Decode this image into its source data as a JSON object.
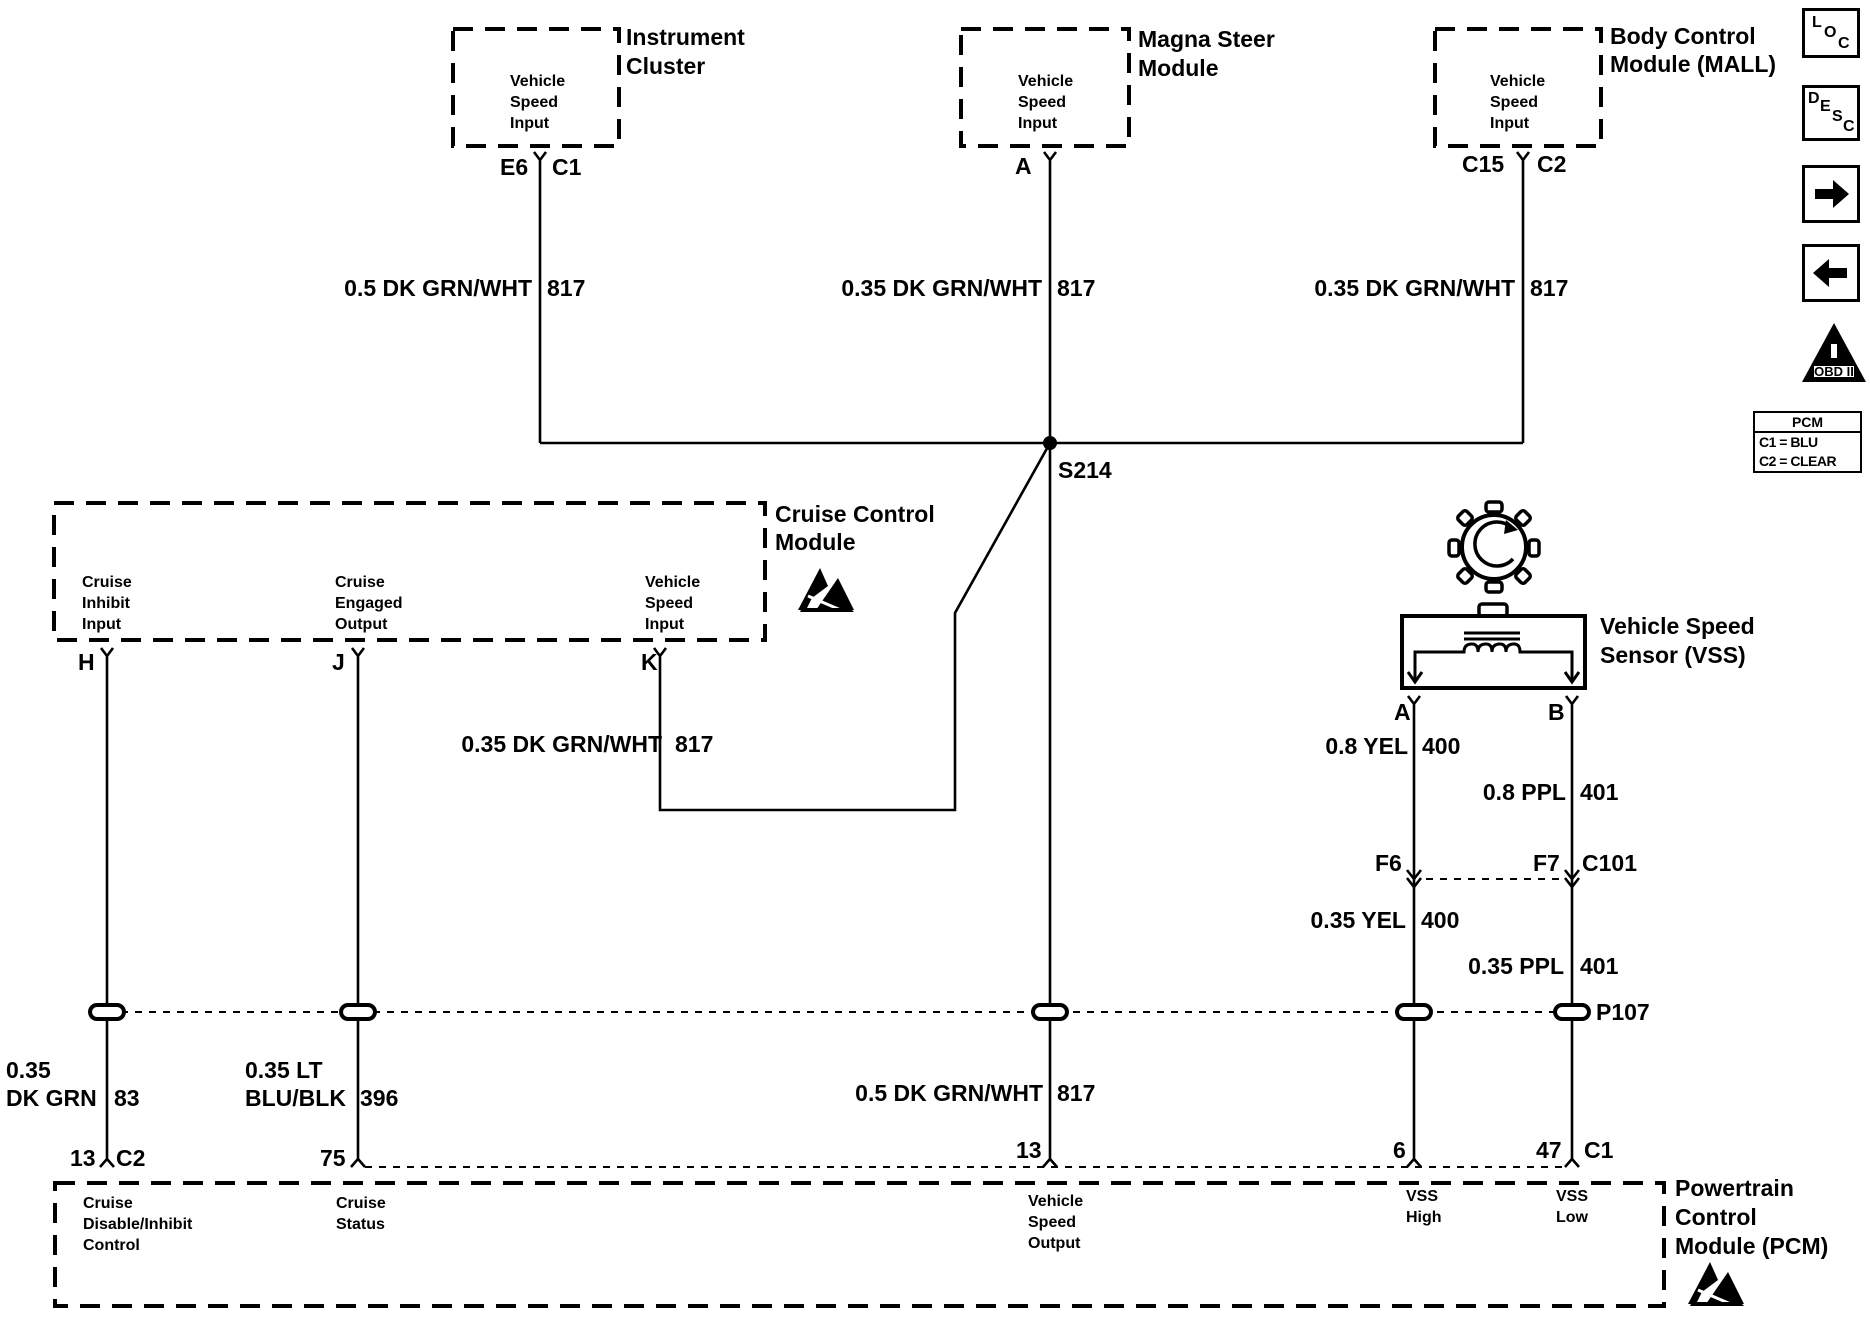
{
  "components": {
    "instrument_cluster": {
      "name_line1": "Instrument",
      "name_line2": "Cluster",
      "pin_lines": [
        "Vehicle",
        "Speed",
        "Input"
      ],
      "terminal": "E6",
      "connector": "C1"
    },
    "magna_steer": {
      "name_line1": "Magna Steer",
      "name_line2": "Module",
      "pin_lines": [
        "Vehicle",
        "Speed",
        "Input"
      ],
      "terminal": "A"
    },
    "body_control": {
      "name_line1": "Body Control",
      "name_line2": "Module (MALL)",
      "pin_lines": [
        "Vehicle",
        "Speed",
        "Input"
      ],
      "terminal": "C15",
      "connector": "C2"
    },
    "cruise_control": {
      "name_line1": "Cruise Control",
      "name_line2": "Module",
      "pins": [
        {
          "terminal": "H",
          "lines": [
            "Cruise",
            "Inhibit",
            "Input"
          ]
        },
        {
          "terminal": "J",
          "lines": [
            "Cruise",
            "Engaged",
            "Output"
          ]
        },
        {
          "terminal": "K",
          "lines": [
            "Vehicle",
            "Speed",
            "Input"
          ]
        }
      ]
    },
    "vss": {
      "name_line1": "Vehicle Speed",
      "name_line2": "Sensor (VSS)",
      "terminal_a": "A",
      "terminal_b": "B"
    },
    "pcm": {
      "name_line1": "Powertrain",
      "name_line2": "Control",
      "name_line3": "Module (PCM)",
      "pins": [
        {
          "terminal": "13",
          "connector": "C2",
          "lines": [
            "Cruise",
            "Disable/Inhibit",
            "Control"
          ]
        },
        {
          "terminal": "75",
          "lines": [
            "Cruise",
            "Status"
          ]
        },
        {
          "terminal": "13",
          "lines": [
            "Vehicle",
            "Speed",
            "Output"
          ]
        },
        {
          "terminal": "6",
          "lines": [
            "VSS",
            "High"
          ]
        },
        {
          "terminal": "47",
          "connector": "C1",
          "lines": [
            "VSS",
            "Low"
          ]
        }
      ]
    }
  },
  "wires": {
    "ic": {
      "color": "0.5 DK GRN/WHT",
      "circuit": "817"
    },
    "magna": {
      "color": "0.35 DK GRN/WHT",
      "circuit": "817"
    },
    "bcm": {
      "color": "0.35 DK GRN/WHT",
      "circuit": "817"
    },
    "cruise_k": {
      "color": "0.35 DK GRN/WHT",
      "circuit": "817"
    },
    "pcm_vso": {
      "color": "0.5 DK GRN/WHT",
      "circuit": "817"
    },
    "cruise_h": {
      "color_line1": "0.35",
      "color_line2": "DK GRN",
      "circuit": "83"
    },
    "cruise_j": {
      "color_line1": "0.35 LT",
      "color_line2": "BLU/BLK",
      "circuit": "396"
    },
    "vss_a_upper": {
      "color": "0.8 YEL",
      "circuit": "400"
    },
    "vss_b_upper": {
      "color": "0.8 PPL",
      "circuit": "401"
    },
    "vss_a_lower": {
      "color": "0.35 YEL",
      "circuit": "400"
    },
    "vss_b_lower": {
      "color": "0.35 PPL",
      "circuit": "401"
    }
  },
  "splice": {
    "label": "S214"
  },
  "inline_connectors": {
    "c101": {
      "label": "C101",
      "terminal_a": "F6",
      "terminal_b": "F7"
    },
    "p107": {
      "label": "P107"
    }
  },
  "side_nav": {
    "loc": {
      "l1": "L",
      "l2": "O",
      "l3": "C"
    },
    "desc": {
      "l1": "D",
      "l2": "E",
      "l3": "S",
      "l4": "C"
    },
    "obd": {
      "label": "OBD II"
    },
    "pcm_legend": {
      "header": "PCM",
      "row1": "C1 = BLU",
      "row2": "C2 = CLEAR"
    }
  }
}
